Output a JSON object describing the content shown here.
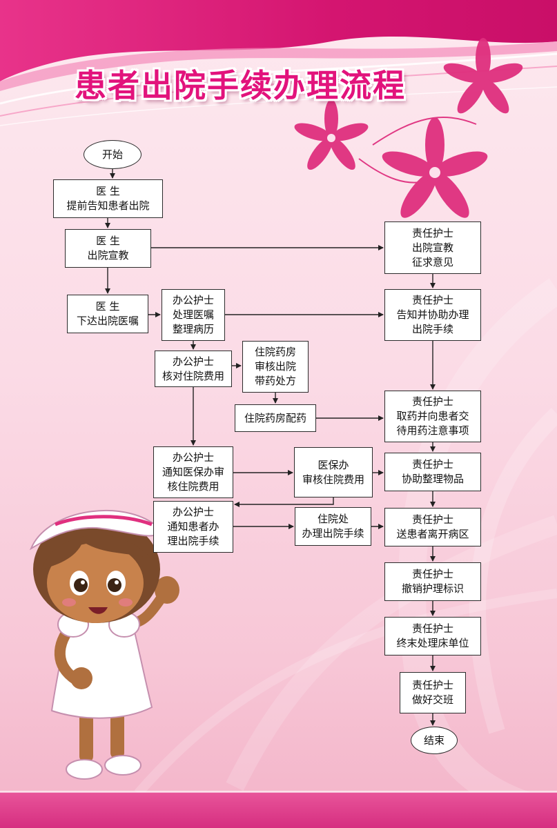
{
  "title": "患者出院手续办理流程",
  "colors": {
    "title": "#e2137c",
    "banner": "#d81b73",
    "flower": "#e0307f",
    "box_border": "#2a2a2a",
    "arrow": "#222222",
    "footer": "#e0367f"
  },
  "nodes": {
    "start": [
      "开始"
    ],
    "doc_notify": [
      "医  生",
      "提前告知患者出院"
    ],
    "doc_edu": [
      "医  生",
      "出院宣教"
    ],
    "doc_order": [
      "医  生",
      "下达出院医嘱"
    ],
    "clerk_process": [
      "办公护士",
      "处理医嘱",
      "整理病历"
    ],
    "clerk_verify": [
      "办公护士",
      "核对住院费用"
    ],
    "pharm_review": [
      "住院药房",
      "审核出院",
      "带药处方"
    ],
    "pharm_dispense": [
      "住院药房配药"
    ],
    "clerk_notify_ins": [
      "办公护士",
      "通知医保办审",
      "核住院费用"
    ],
    "ins_review": [
      "医保办",
      "审核住院费用"
    ],
    "clerk_notify_pat": [
      "办公护士",
      "通知患者办",
      "理出院手续"
    ],
    "admission_office": [
      "住院处",
      "办理出院手续"
    ],
    "rn_edu": [
      "责任护士",
      "出院宣教",
      "征求意见"
    ],
    "rn_assist": [
      "责任护士",
      "告知并协助办理",
      "出院手续"
    ],
    "rn_meds": [
      "责任护士",
      "取药并向患者交",
      "待用药注意事项"
    ],
    "rn_items": [
      "责任护士",
      "协助整理物品"
    ],
    "rn_escort": [
      "责任护士",
      "送患者离开病区"
    ],
    "rn_remove": [
      "责任护士",
      "撤销护理标识"
    ],
    "rn_bed": [
      "责任护士",
      "终末处理床单位"
    ],
    "rn_handover": [
      "责任护士",
      "做好交班"
    ],
    "end": [
      "结束"
    ]
  }
}
